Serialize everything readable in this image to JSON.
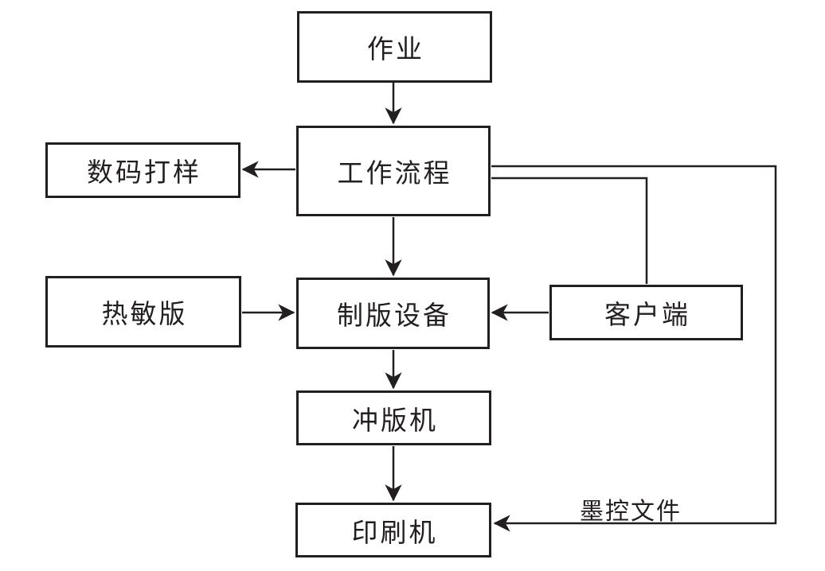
{
  "diagram": {
    "background": "#ffffff",
    "line_color": "#231f20",
    "nodes": [
      {
        "id": "job",
        "label": "作业"
      },
      {
        "id": "workflow",
        "label": "工作流程"
      },
      {
        "id": "digital-proofing",
        "label": "数码打样"
      },
      {
        "id": "thermal-plate",
        "label": "热敏版"
      },
      {
        "id": "platemaking-equipment",
        "label": "制版设备"
      },
      {
        "id": "client",
        "label": "客户端"
      },
      {
        "id": "plate-processor",
        "label": "冲版机"
      },
      {
        "id": "printing-press",
        "label": "印刷机"
      }
    ],
    "edges": [
      {
        "from": "job",
        "to": "workflow",
        "arrow": true
      },
      {
        "from": "workflow",
        "to": "digital-proofing",
        "arrow": true
      },
      {
        "from": "workflow",
        "to": "platemaking-equipment",
        "arrow": true
      },
      {
        "from": "workflow",
        "to": "client",
        "arrow": false
      },
      {
        "from": "workflow",
        "to": "printing-press",
        "arrow": true,
        "label": "墨控文件"
      },
      {
        "from": "thermal-plate",
        "to": "platemaking-equipment",
        "arrow": true
      },
      {
        "from": "client",
        "to": "platemaking-equipment",
        "arrow": true
      },
      {
        "from": "platemaking-equipment",
        "to": "plate-processor",
        "arrow": true
      },
      {
        "from": "plate-processor",
        "to": "printing-press",
        "arrow": true
      }
    ]
  }
}
